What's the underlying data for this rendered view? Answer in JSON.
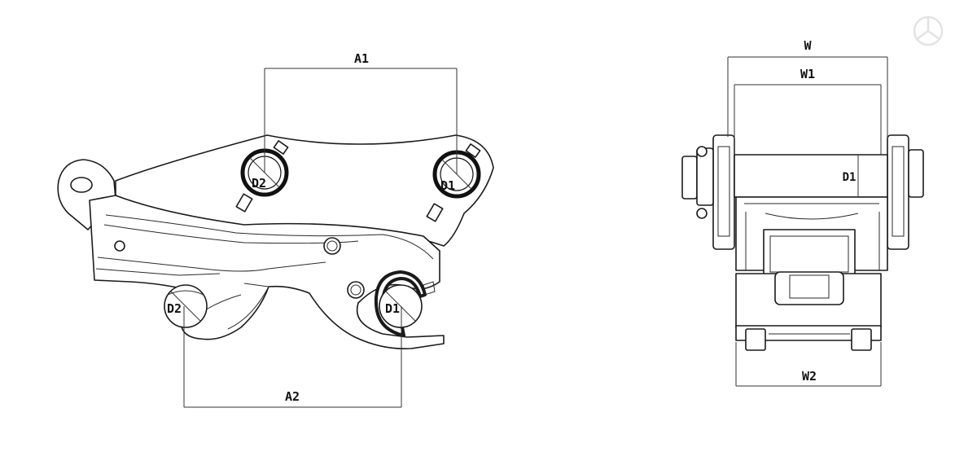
{
  "labels": {
    "a1": "A1",
    "a2": "A2",
    "d1_top": "D1",
    "d2_top": "D2",
    "d1_bottom": "D1",
    "d2_bottom": "D2",
    "w": "W",
    "w1": "W1",
    "w2": "W2",
    "d1_side": "D1"
  }
}
